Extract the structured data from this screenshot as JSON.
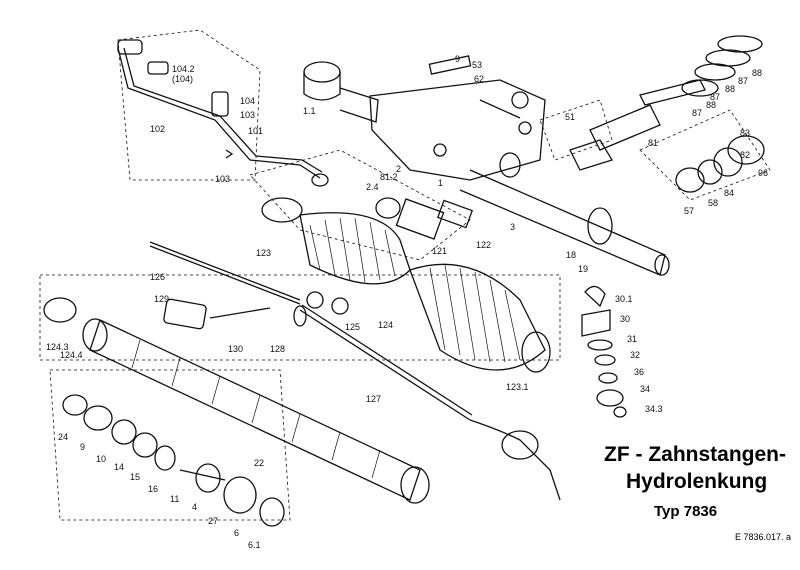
{
  "title": {
    "line1": "ZF - Zahnstangen-",
    "line2": "Hydrolenkung",
    "line3": "Typ  7836"
  },
  "drawing_code": "E  7836.017. a",
  "part_labels": [
    "104.2",
    "(104)",
    "104",
    "103",
    "101",
    "102",
    "103",
    "9",
    "53",
    "62",
    "1.1",
    "51",
    "88",
    "87",
    "88",
    "87",
    "88",
    "87",
    "81",
    "83",
    "82",
    "96",
    "84",
    "58",
    "57",
    "2",
    "81.2",
    "2.4",
    "1",
    "3",
    "122",
    "121",
    "123",
    "18",
    "19",
    "126",
    "129",
    "125",
    "124",
    "128",
    "130",
    "30.1",
    "30",
    "31",
    "32",
    "36",
    "124.3",
    "124.4",
    "123.1",
    "127",
    "34",
    "34.3",
    "24",
    "9",
    "10",
    "14",
    "15",
    "16",
    "11",
    "4",
    "27",
    "6",
    "6.1",
    "22"
  ]
}
